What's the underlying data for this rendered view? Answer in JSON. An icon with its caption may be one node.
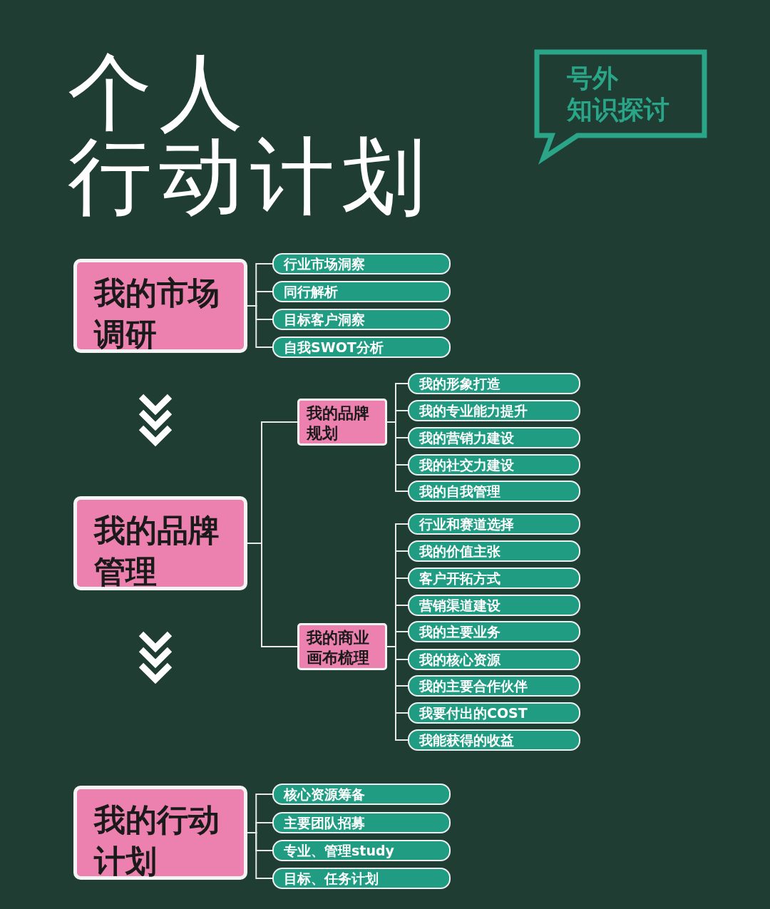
{
  "diagram": {
    "title": "个人行动计划",
    "nodes": [
      {
        "text": [
          "号外知识探讨"
        ]
      },
      {
        "text": [
          "我的市场调研"
        ]
      },
      {
        "text": [
          "行业市场洞察"
        ]
      },
      {
        "text": [
          "同行解析"
        ]
      },
      {
        "text": [
          "目标客户洞察"
        ]
      },
      {
        "text": [
          "自我SWOT分析"
        ]
      },
      {
        "text": [
          "我的品牌管理"
        ]
      },
      {
        "text": [
          "我的品牌规划"
        ]
      },
      {
        "text": [
          "我的形象打造"
        ]
      },
      {
        "text": [
          "我的专业能力提升"
        ]
      },
      {
        "text": [
          "我的营销力建设"
        ]
      },
      {
        "text": [
          "我的社交力建设"
        ]
      },
      {
        "text": [
          "我的自我管理"
        ]
      },
      {
        "text": [
          "我的商业画布梳理"
        ]
      },
      {
        "text": [
          "行业和赛道选择"
        ]
      },
      {
        "text": [
          "我的价值主张"
        ]
      },
      {
        "text": [
          "客户开拓方式"
        ]
      },
      {
        "text": [
          "营销渠道建设"
        ]
      },
      {
        "text": [
          "我的主要业务"
        ]
      },
      {
        "text": [
          "我的核心资源"
        ]
      },
      {
        "text": [
          "我的主要合作伙伴"
        ]
      },
      {
        "text": [
          "我要付出的COST"
        ]
      },
      {
        "text": [
          "我能获得的收益"
        ]
      },
      {
        "text": [
          "我的行动计划"
        ]
      },
      {
        "text": [
          "核心资源筹备"
        ]
      },
      {
        "text": [
          "主要团队招募"
        ]
      },
      {
        "text": [
          "专业、管理study"
        ]
      },
      {
        "text": [
          "目标、任务计划"
        ]
      }
    ],
    "edges": [
      {
        "from": 1,
        "to": 2,
        "arrow": "none"
      },
      {
        "from": 1,
        "to": 3,
        "arrow": "none"
      },
      {
        "from": 1,
        "to": 4,
        "arrow": "none"
      },
      {
        "from": 1,
        "to": 5,
        "arrow": "none"
      },
      {
        "from": 1,
        "to": 6,
        "arrow": "to",
        "style": "thick"
      },
      {
        "from": 6,
        "to": 7,
        "arrow": "none"
      },
      {
        "from": 6,
        "to": 13,
        "arrow": "none"
      },
      {
        "from": 7,
        "to": 8,
        "arrow": "none"
      },
      {
        "from": 7,
        "to": 9,
        "arrow": "none"
      },
      {
        "from": 7,
        "to": 10,
        "arrow": "none"
      },
      {
        "from": 7,
        "to": 11,
        "arrow": "none"
      },
      {
        "from": 7,
        "to": 12,
        "arrow": "none"
      },
      {
        "from": 13,
        "to": 14,
        "arrow": "none"
      },
      {
        "from": 13,
        "to": 15,
        "arrow": "none"
      },
      {
        "from": 13,
        "to": 16,
        "arrow": "none"
      },
      {
        "from": 13,
        "to": 17,
        "arrow": "none"
      },
      {
        "from": 13,
        "to": 18,
        "arrow": "none"
      },
      {
        "from": 13,
        "to": 19,
        "arrow": "none"
      },
      {
        "from": 13,
        "to": 20,
        "arrow": "none"
      },
      {
        "from": 13,
        "to": 21,
        "arrow": "none"
      },
      {
        "from": 13,
        "to": 22,
        "arrow": "none"
      },
      {
        "from": 6,
        "to": 23,
        "arrow": "to",
        "style": "thick"
      },
      {
        "from": 23,
        "to": 24,
        "arrow": "none"
      },
      {
        "from": 23,
        "to": 25,
        "arrow": "none"
      },
      {
        "from": 23,
        "to": 26,
        "arrow": "none"
      },
      {
        "from": 23,
        "to": 27,
        "arrow": "none"
      }
    ]
  }
}
